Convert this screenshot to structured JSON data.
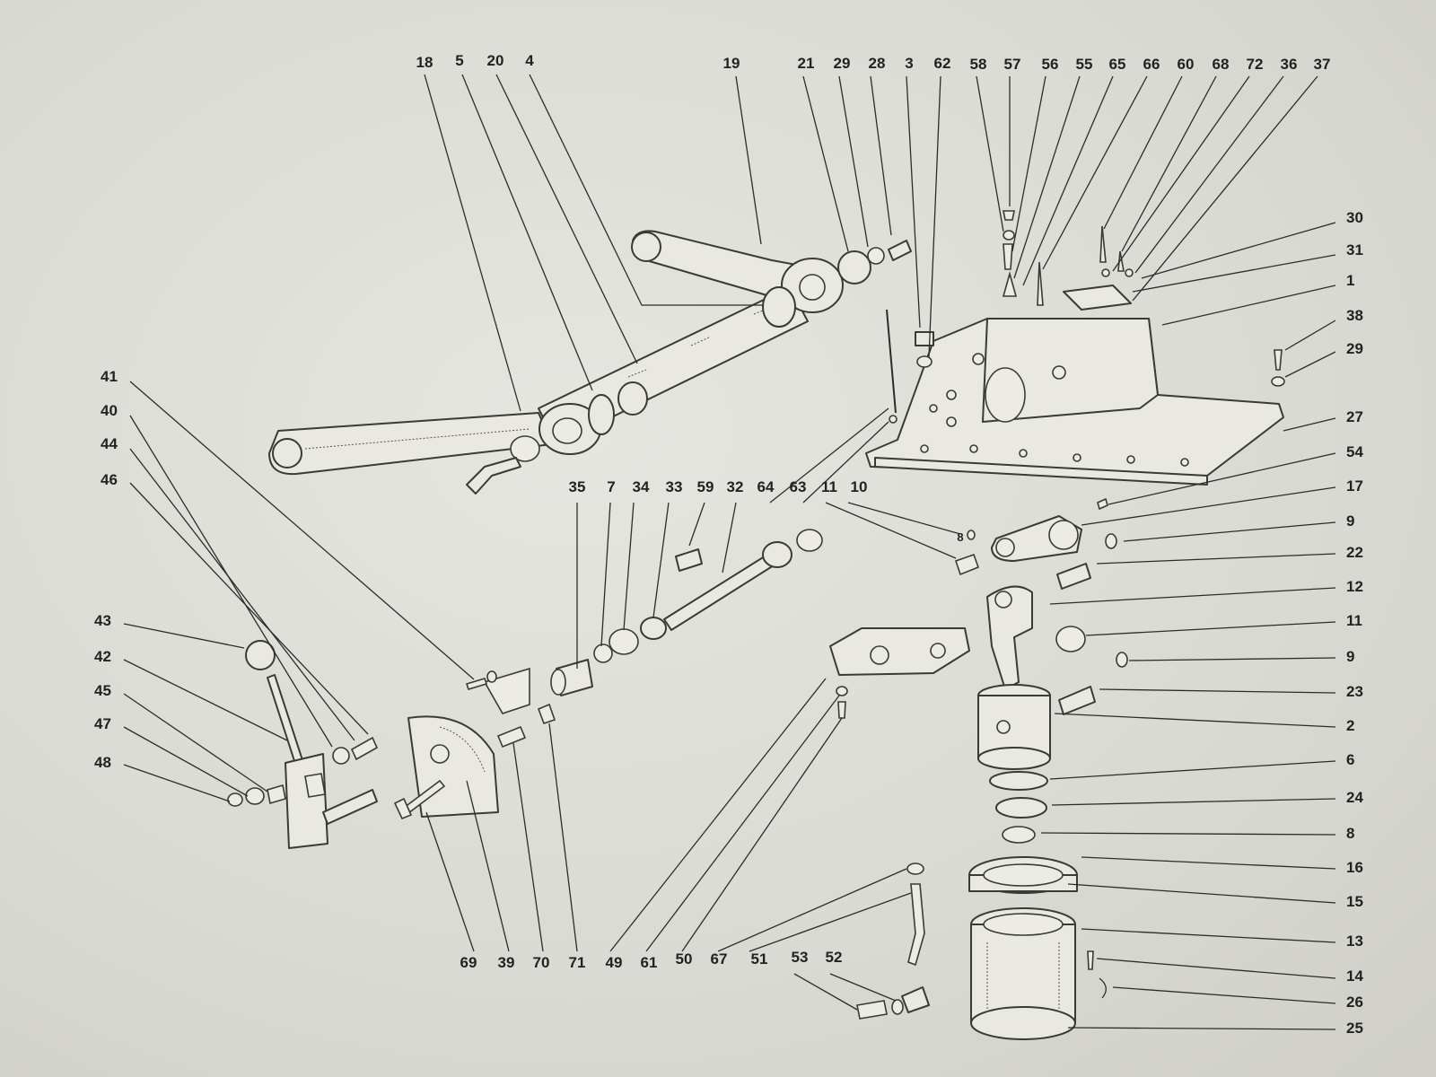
{
  "labels": {
    "top": [
      "18",
      "5",
      "20",
      "4",
      "19",
      "21",
      "29",
      "28",
      "3",
      "62",
      "58",
      "57",
      "56",
      "55",
      "65",
      "66",
      "60",
      "68",
      "72",
      "36",
      "37"
    ],
    "right": [
      "30",
      "31",
      "1",
      "38",
      "29",
      "27",
      "54",
      "17",
      "9",
      "22",
      "12",
      "11",
      "9",
      "23",
      "2",
      "6",
      "24",
      "8",
      "16",
      "15",
      "13",
      "14",
      "26",
      "25"
    ],
    "left": [
      "41",
      "40",
      "44",
      "46",
      "43",
      "42",
      "45",
      "47",
      "48"
    ],
    "middle_row": [
      "35",
      "7",
      "34",
      "33",
      "59",
      "32",
      "64",
      "63",
      "11",
      "10"
    ],
    "bottom_row": [
      "69",
      "39",
      "70",
      "71",
      "49",
      "61",
      "50",
      "67",
      "51",
      "53",
      "52"
    ],
    "misc": [
      "8"
    ]
  }
}
